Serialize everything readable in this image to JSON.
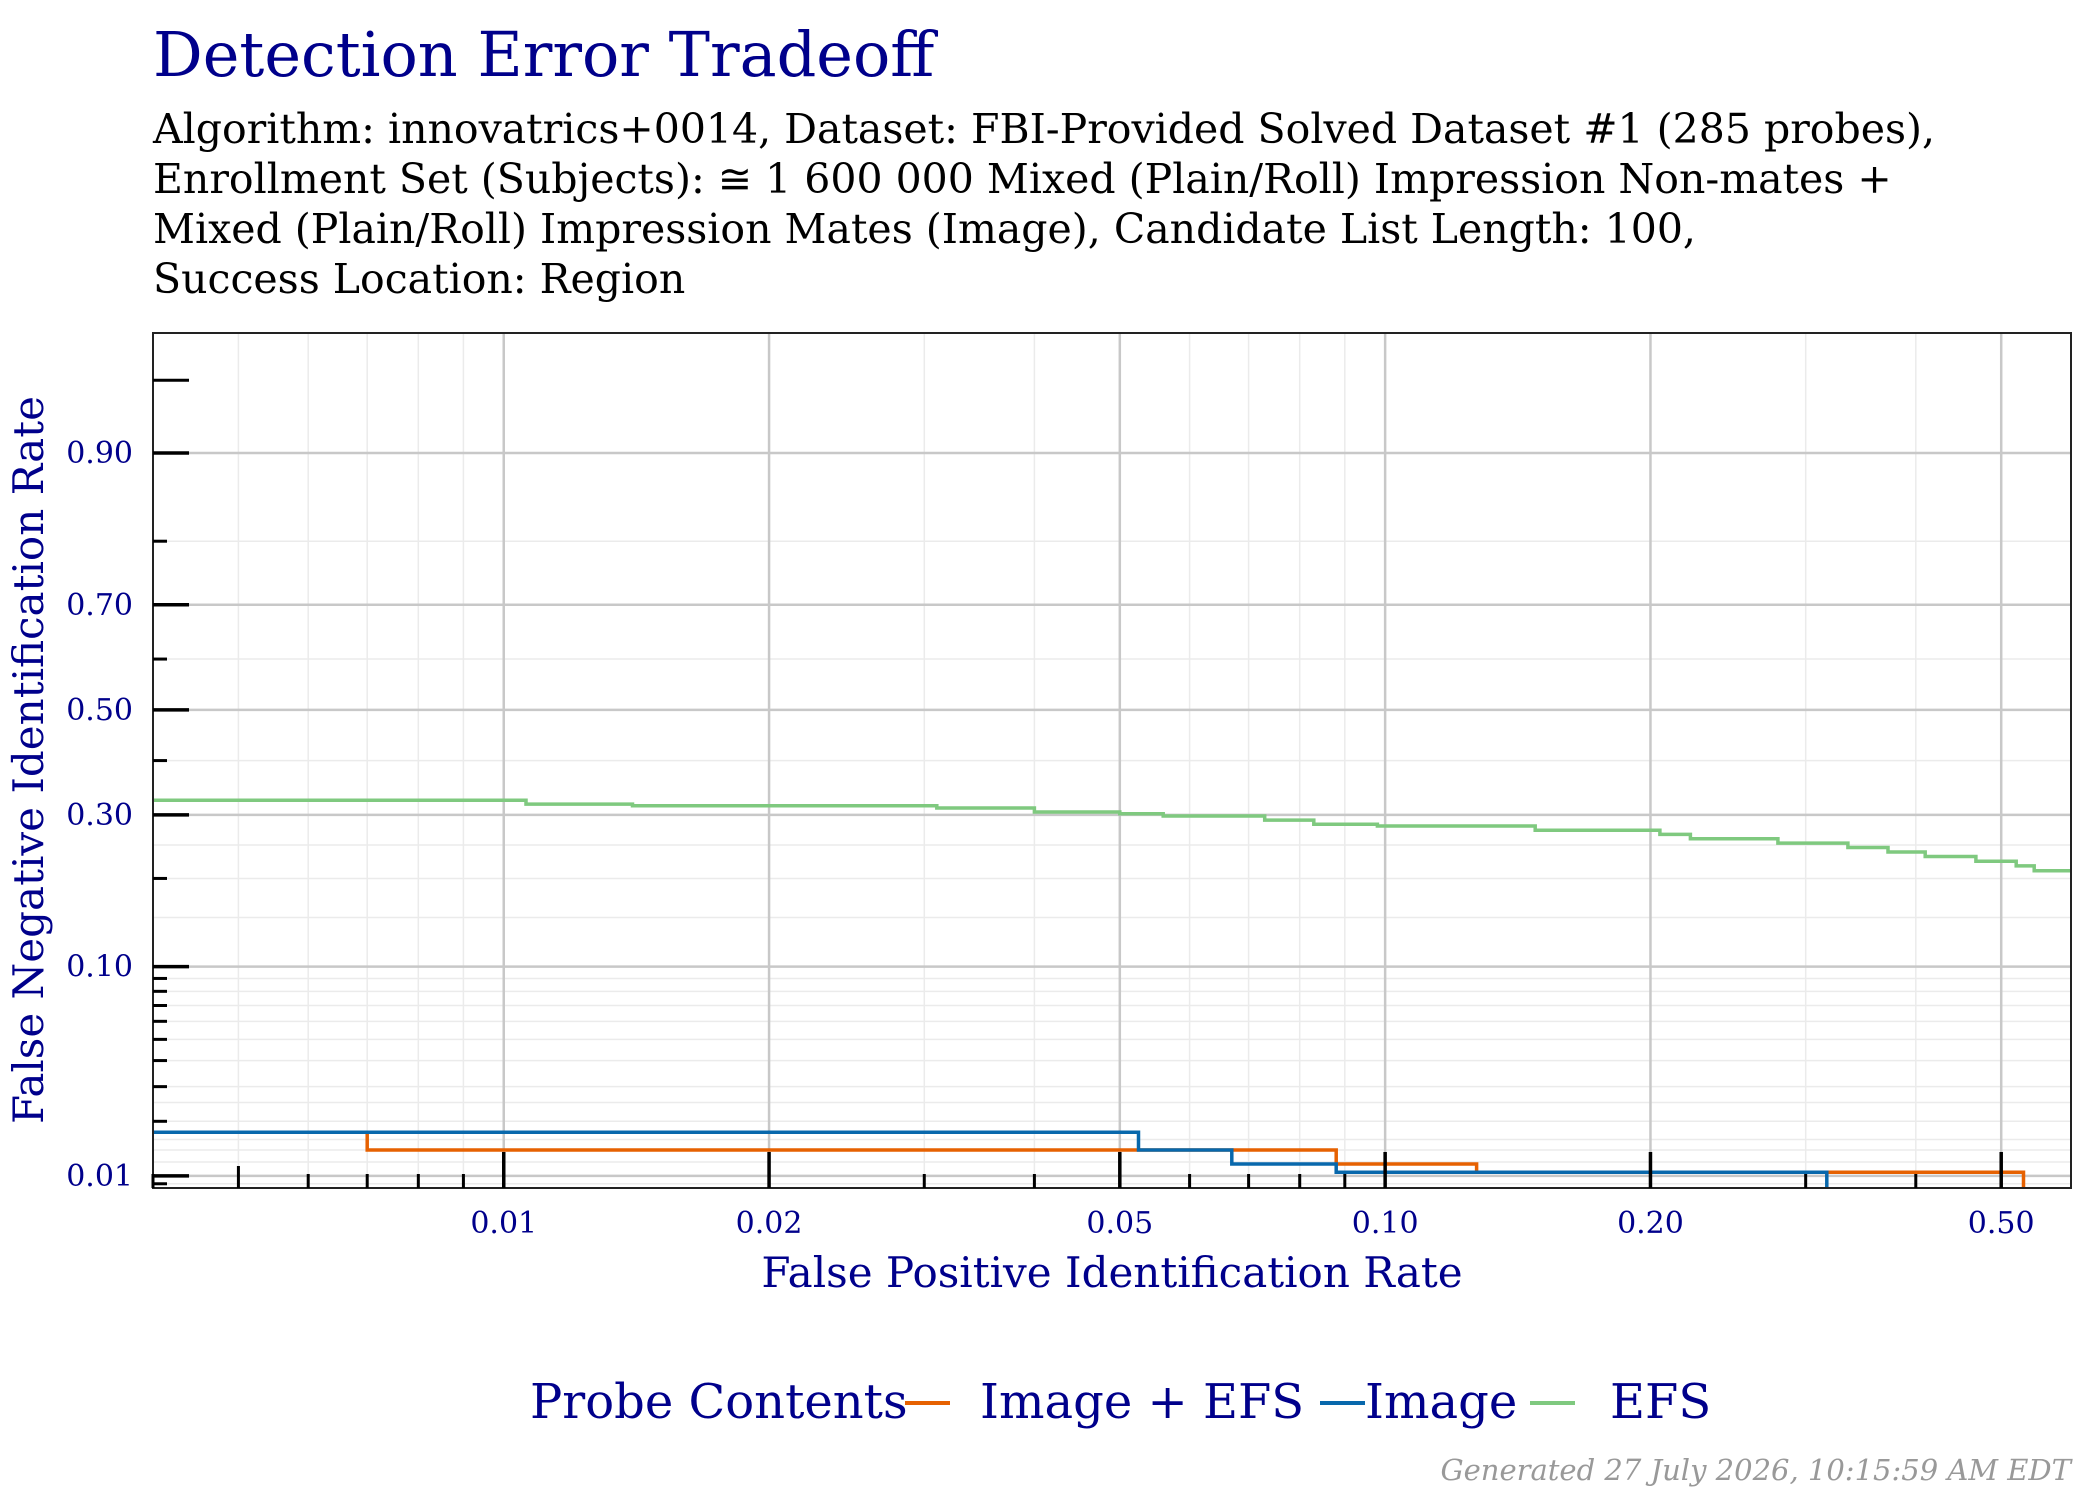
{
  "chart_data": {
    "type": "line",
    "title": "Detection Error Tradeoff",
    "subtitle_lines": [
      "Algorithm: innovatrics+0014, Dataset: FBI-Provided Solved Dataset #1 (285 probes),",
      "Enrollment Set (Subjects):  ≅ 1 600 000 Mixed (Plain/Roll) Impression Non-mates +",
      "Mixed (Plain/Roll) Impression Mates (Image), Candidate List Length: 100,",
      "Success Location: Region"
    ],
    "xlabel": "False Positive Identification Rate",
    "ylabel": "False Negative Identification Rate",
    "x_scale": "log",
    "y_scale": "probit",
    "xlim": [
      0.004,
      0.6
    ],
    "ylim": [
      0.0085,
      0.97
    ],
    "x_ticks": [
      0.01,
      0.02,
      0.05,
      0.1,
      0.2,
      0.5
    ],
    "x_tick_labels": [
      "0.01",
      "0.02",
      "0.05",
      "0.10",
      "0.20",
      "0.50"
    ],
    "y_ticks": [
      0.01,
      0.1,
      0.3,
      0.5,
      0.7,
      0.9
    ],
    "y_tick_labels": [
      "0.01",
      "0.10",
      "0.30",
      "0.50",
      "0.70",
      "0.90"
    ],
    "grid": true,
    "legend_position": "bottom",
    "legend_title": "Probe Contents",
    "series": [
      {
        "name": "Image + EFS",
        "color": "#e66101",
        "points": [
          [
            0.004,
            0.0175
          ],
          [
            0.007,
            0.0175
          ],
          [
            0.007,
            0.014
          ],
          [
            0.088,
            0.014
          ],
          [
            0.088,
            0.0117
          ],
          [
            0.127,
            0.0117
          ],
          [
            0.127,
            0.0105
          ],
          [
            0.53,
            0.0105
          ],
          [
            0.53,
            0.0085
          ]
        ]
      },
      {
        "name": "Image",
        "color": "#0868ac",
        "points": [
          [
            0.004,
            0.0175
          ],
          [
            0.0525,
            0.0175
          ],
          [
            0.0525,
            0.014
          ],
          [
            0.067,
            0.014
          ],
          [
            0.067,
            0.0117
          ],
          [
            0.088,
            0.0117
          ],
          [
            0.088,
            0.0105
          ],
          [
            0.317,
            0.0105
          ],
          [
            0.317,
            0.0085
          ]
        ]
      },
      {
        "name": "EFS",
        "color": "#7fc97f",
        "points": [
          [
            0.004,
            0.326
          ],
          [
            0.0106,
            0.326
          ],
          [
            0.0106,
            0.319
          ],
          [
            0.014,
            0.319
          ],
          [
            0.014,
            0.316
          ],
          [
            0.031,
            0.316
          ],
          [
            0.031,
            0.312
          ],
          [
            0.04,
            0.312
          ],
          [
            0.04,
            0.305
          ],
          [
            0.05,
            0.305
          ],
          [
            0.05,
            0.302
          ],
          [
            0.056,
            0.302
          ],
          [
            0.056,
            0.298
          ],
          [
            0.073,
            0.298
          ],
          [
            0.073,
            0.291
          ],
          [
            0.083,
            0.291
          ],
          [
            0.083,
            0.284
          ],
          [
            0.098,
            0.284
          ],
          [
            0.098,
            0.281
          ],
          [
            0.148,
            0.281
          ],
          [
            0.148,
            0.274
          ],
          [
            0.205,
            0.274
          ],
          [
            0.205,
            0.267
          ],
          [
            0.222,
            0.267
          ],
          [
            0.222,
            0.26
          ],
          [
            0.279,
            0.26
          ],
          [
            0.279,
            0.253
          ],
          [
            0.335,
            0.253
          ],
          [
            0.335,
            0.246
          ],
          [
            0.372,
            0.246
          ],
          [
            0.372,
            0.239
          ],
          [
            0.41,
            0.239
          ],
          [
            0.41,
            0.232
          ],
          [
            0.468,
            0.232
          ],
          [
            0.468,
            0.225
          ],
          [
            0.52,
            0.225
          ],
          [
            0.52,
            0.218
          ],
          [
            0.545,
            0.218
          ],
          [
            0.545,
            0.211
          ],
          [
            0.6,
            0.211
          ]
        ]
      }
    ]
  },
  "footer": "Generated 27 July 2026, 10:15:59 AM EDT"
}
